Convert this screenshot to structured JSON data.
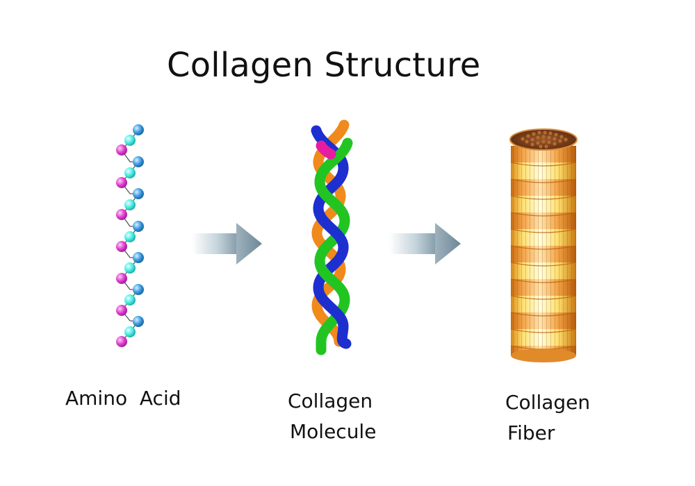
{
  "title": "Collagen Structure",
  "stages": [
    {
      "label_line1": "Amino  Acid",
      "label_line2": ""
    },
    {
      "label_line1": "Collagen",
      "label_line2": "Molecule"
    },
    {
      "label_line1": "Collagen",
      "label_line2": "Fiber"
    }
  ],
  "colors": {
    "bead_pink": "#e040d0",
    "bead_cyan": "#40e8e0",
    "bead_blue": "#3a9be0",
    "strand_orange": "#f08a1c",
    "strand_blue": "#1e2fd0",
    "strand_green": "#22c422",
    "strand_magenta": "#e81ca0",
    "arrow": "#8fa6b2",
    "fiber_top": "#7a3d1a",
    "fiber_band_dark": "#e58a2a",
    "fiber_band_light": "#fff3a0"
  }
}
